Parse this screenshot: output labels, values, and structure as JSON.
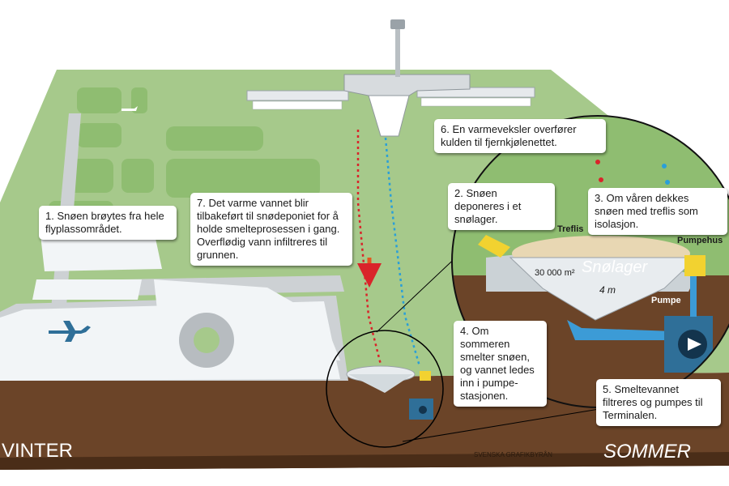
{
  "callouts": {
    "c1": "1. Snøen brøytes fra hele flyplassområdet.",
    "c2": "2. Snøen deponeres i et snølager.",
    "c3": "3. Om våren dekkes snøen med treflis som isolasjon.",
    "c4": "4. Om sommeren smelter snøen, og vannet ledes inn i pumpe-stasjonen.",
    "c5": "5. Smeltevannet filtreres og pumpes til Terminalen.",
    "c6": "6. En varmeveksler overfører kulden til fjernkjølenettet.",
    "c7": "7. Det varme vannet blir tilbakeført til snødeponiet for å holde smelteprosessen i gang. Overflødig vann infiltreres til grunnen."
  },
  "labels": {
    "treflis": "Treflis",
    "snolager": "Snølager",
    "area": "30 000 m²",
    "depth": "4 m",
    "pumpehus": "Pumpehus",
    "pumpe": "Pumpe",
    "winter": "VINTER",
    "summer": "SOMMER",
    "credit": "SVENSKA GRAFIKBYRÅN"
  },
  "colors": {
    "grass": "#a6c98b",
    "grass_field": "#8fbd71",
    "soil": "#6b4428",
    "soil_dark": "#4a2d18",
    "snow": "#f2f5f7",
    "runway": "#cdd1d4",
    "water": "#3c9bd6",
    "warm_flow": "#d9242a",
    "cold_flow": "#2a9fd8",
    "pump_house": "#f2d230"
  }
}
